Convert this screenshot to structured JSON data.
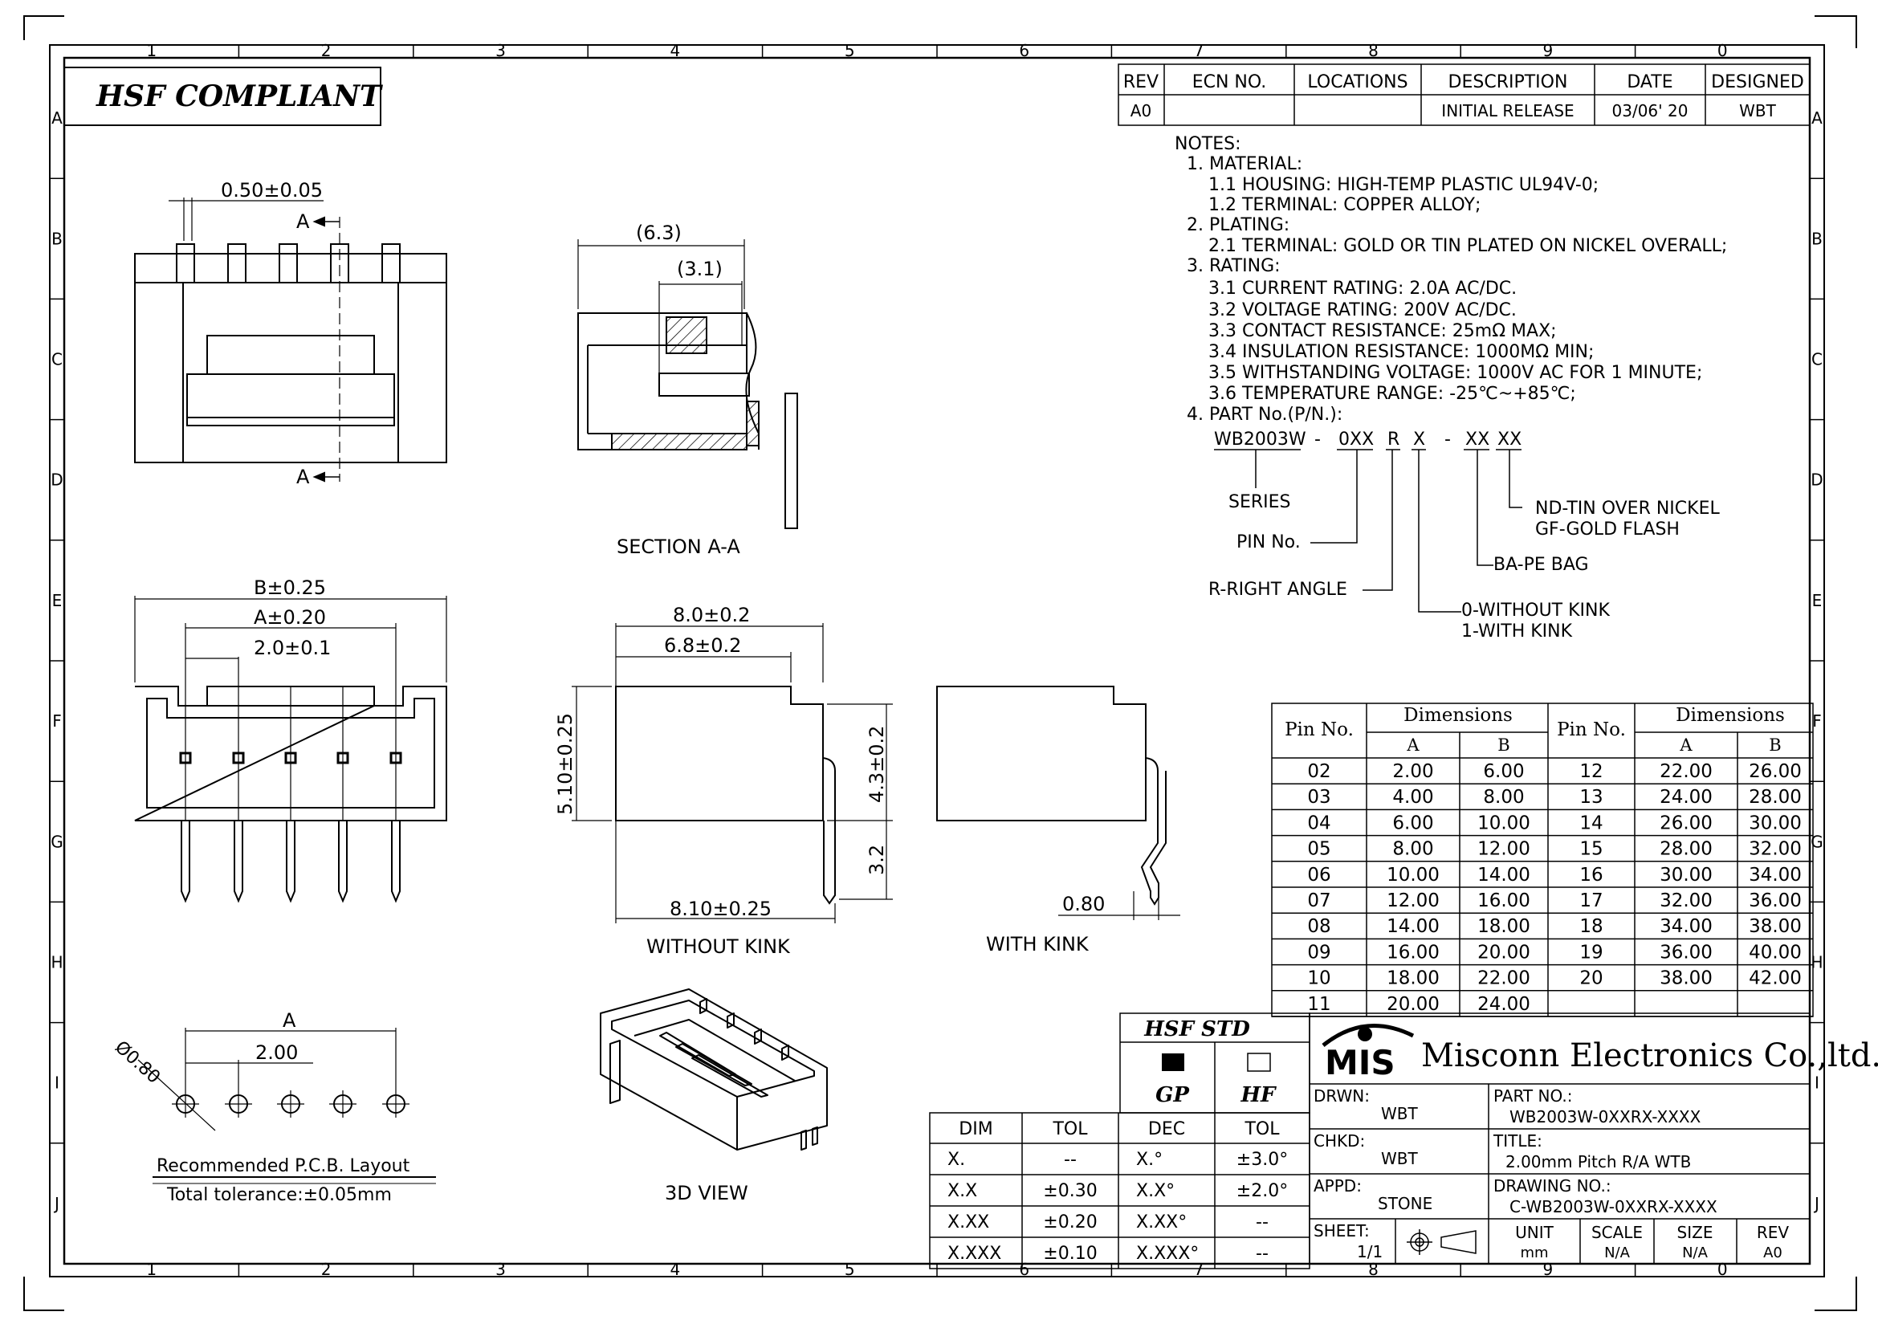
{
  "border": {
    "col_labels": [
      "1",
      "2",
      "3",
      "4",
      "5",
      "6",
      "7",
      "8",
      "9",
      "0"
    ],
    "row_labels": [
      "A",
      "B",
      "C",
      "D",
      "E",
      "F",
      "G",
      "H",
      "I",
      "J"
    ]
  },
  "hsf_compliant": "HSF  COMPLIANT",
  "revision": {
    "headers": [
      "REV",
      "ECN NO.",
      "LOCATIONS",
      "DESCRIPTION",
      "DATE",
      "DESIGNED"
    ],
    "row": [
      "A0",
      "",
      "",
      "INITIAL RELEASE",
      "03/06' 20",
      "WBT"
    ]
  },
  "notes": {
    "lines": [
      "NOTES:",
      "1. MATERIAL:",
      "1.1 HOUSING: HIGH-TEMP PLASTIC UL94V-0;",
      "1.2 TERMINAL: COPPER ALLOY;",
      "2. PLATING:",
      "2.1 TERMINAL: GOLD OR TIN PLATED ON NICKEL OVERALL;",
      "3. RATING:",
      "3.1 CURRENT RATING: 2.0A AC/DC.",
      "3.2 VOLTAGE RATING: 200V AC/DC.",
      "3.3 CONTACT RESISTANCE: 25mΩ MAX;",
      "3.4 INSULATION RESISTANCE: 1000MΩ MIN;",
      "3.5 WITHSTANDING VOLTAGE: 1000V AC FOR 1 MINUTE;",
      "3.6 TEMPERATURE RANGE: -25℃~+85℃;",
      "4. PART No.(P/N.):"
    ],
    "part_number_parts": [
      "WB2003W",
      "-",
      "0XX",
      "R",
      "X",
      "-",
      "XX",
      "XX"
    ],
    "legend": {
      "series": "SERIES",
      "pin_no": "PIN No.",
      "right_angle": "R-RIGHT ANGLE",
      "kink_0": "0-WITHOUT KINK",
      "kink_1": "1-WITH KINK",
      "bag": "BA-PE BAG",
      "plating_nd": "ND-TIN OVER NICKEL",
      "plating_gf": "GF-GOLD FLASH"
    }
  },
  "views": {
    "top_pitch": "0.50±0.05",
    "section_marker": "A",
    "section_label": "SECTION A-A",
    "section_dim_outer": "(6.3)",
    "section_dim_inner": "(3.1)",
    "front_dim_b": "B±0.25",
    "front_dim_a": "A±0.20",
    "front_dim_pitch": "2.0±0.1",
    "side_dim_80": "8.0±0.2",
    "side_dim_68": "6.8±0.2",
    "side_dim_510": "5.10±0.25",
    "side_dim_43": "4.3±0.2",
    "side_dim_32": "3.2",
    "side_dim_810": "8.10±0.25",
    "without_kink": "WITHOUT  KINK",
    "with_kink": "WITH  KINK",
    "kink_dim": "0.80",
    "pcb_hole": "Ø0.80",
    "pcb_dim_a": "A",
    "pcb_pitch": "2.00",
    "pcb_title": "Recommended  P.C.B.  Layout",
    "pcb_tol": "Total  tolerance:±0.05mm",
    "view_3d": "3D  VIEW"
  },
  "dimension_table": {
    "pin_header": "Pin No.",
    "dim_header": "Dimensions",
    "sub_headers": [
      "A",
      "B"
    ],
    "left_rows": [
      [
        "02",
        "2.00",
        "6.00"
      ],
      [
        "03",
        "4.00",
        "8.00"
      ],
      [
        "04",
        "6.00",
        "10.00"
      ],
      [
        "05",
        "8.00",
        "12.00"
      ],
      [
        "06",
        "10.00",
        "14.00"
      ],
      [
        "07",
        "12.00",
        "16.00"
      ],
      [
        "08",
        "14.00",
        "18.00"
      ],
      [
        "09",
        "16.00",
        "20.00"
      ],
      [
        "10",
        "18.00",
        "22.00"
      ],
      [
        "11",
        "20.00",
        "24.00"
      ]
    ],
    "right_rows": [
      [
        "12",
        "22.00",
        "26.00"
      ],
      [
        "13",
        "24.00",
        "28.00"
      ],
      [
        "14",
        "26.00",
        "30.00"
      ],
      [
        "15",
        "28.00",
        "32.00"
      ],
      [
        "16",
        "30.00",
        "34.00"
      ],
      [
        "17",
        "32.00",
        "36.00"
      ],
      [
        "18",
        "34.00",
        "38.00"
      ],
      [
        "19",
        "36.00",
        "40.00"
      ],
      [
        "20",
        "38.00",
        "42.00"
      ]
    ]
  },
  "tolerance": {
    "headers": [
      "DIM",
      "TOL",
      "DEC",
      "TOL"
    ],
    "rows": [
      [
        "X.",
        "--",
        "X.°",
        "±3.0°"
      ],
      [
        "X.X",
        "±0.30",
        "X.X°",
        "±2.0°"
      ],
      [
        "X.XX",
        "±0.20",
        "X.XX°",
        "--"
      ],
      [
        "X.XXX",
        "±0.10",
        "X.XXX°",
        "--"
      ]
    ]
  },
  "hsf_std": {
    "title": "HSF  STD",
    "gp": "GP",
    "hf": "HF"
  },
  "title_block": {
    "logo": "MIS",
    "company": "Misconn Electronics Co.,ltd.",
    "drawn_label": "DRWN:",
    "drawn_value": "WBT",
    "part_label": "PART  NO.:",
    "part_value": "WB2003W-0XXRX-XXXX",
    "checked_label": "CHKD:",
    "checked_value": "WBT",
    "title_label": "TITLE:",
    "title_value": "2.00mm  Pitch  R/A  WTB",
    "approved_label": "APPD:",
    "approved_value": "STONE",
    "drawing_label": "DRAWING  NO.:",
    "drawing_value": "C-WB2003W-0XXRX-XXXX",
    "sheet_label": "SHEET:",
    "sheet_value": "1/1",
    "unit_label": "UNIT",
    "unit_value": "mm",
    "scale_label": "SCALE",
    "scale_value": "N/A",
    "size_label": "SIZE",
    "size_value": "N/A",
    "rev_label": "REV",
    "rev_value": "A0"
  }
}
